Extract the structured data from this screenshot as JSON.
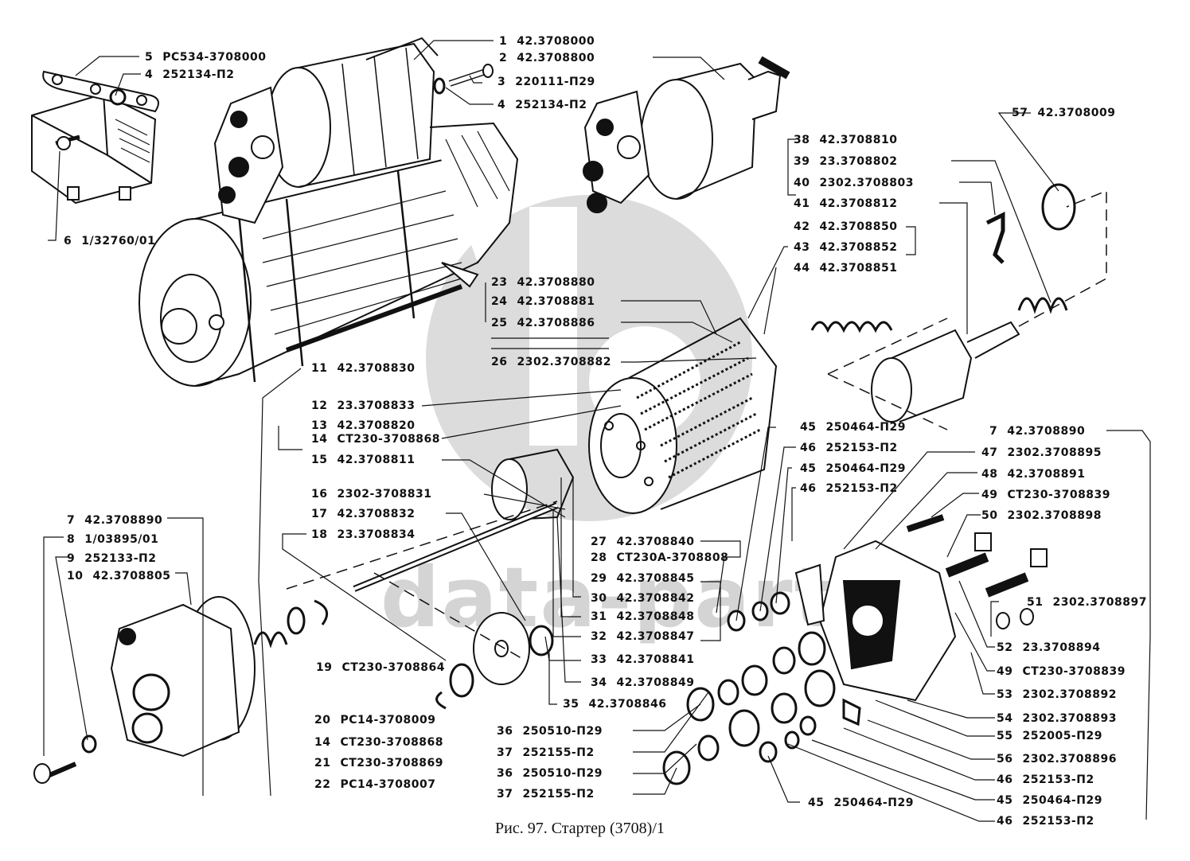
{
  "figure": {
    "caption": "Рис. 97. Стартер (3708)/1",
    "watermark_text": "data-parts",
    "watermark_color": "#d4d4d4",
    "line_color": "#111111"
  },
  "callouts": [
    {
      "num": "1",
      "part": "42.3708000"
    },
    {
      "num": "2",
      "part": "42.3708800"
    },
    {
      "num": "3",
      "part": "220111-П29"
    },
    {
      "num": "4",
      "part": "252134-П2"
    },
    {
      "num": "5",
      "part": "PC534-3708000"
    },
    {
      "num": "4",
      "part": "252134-П2"
    },
    {
      "num": "6",
      "part": "1/32760/01"
    },
    {
      "num": "57",
      "part": "42.3708009"
    },
    {
      "num": "38",
      "part": "42.3708810"
    },
    {
      "num": "39",
      "part": "23.3708802"
    },
    {
      "num": "40",
      "part": "2302.3708803"
    },
    {
      "num": "41",
      "part": "42.3708812"
    },
    {
      "num": "42",
      "part": "42.3708850"
    },
    {
      "num": "43",
      "part": "42.3708852"
    },
    {
      "num": "44",
      "part": "42.3708851"
    },
    {
      "num": "23",
      "part": "42.3708880"
    },
    {
      "num": "24",
      "part": "42.3708881"
    },
    {
      "num": "25",
      "part": "42.3708886"
    },
    {
      "num": "26",
      "part": "2302.3708882"
    },
    {
      "num": "11",
      "part": "42.3708830"
    },
    {
      "num": "12",
      "part": "23.3708833"
    },
    {
      "num": "13",
      "part": "42.3708820"
    },
    {
      "num": "14",
      "part": "CT230-3708868"
    },
    {
      "num": "15",
      "part": "42.3708811"
    },
    {
      "num": "16",
      "part": "2302-3708831"
    },
    {
      "num": "17",
      "part": "42.3708832"
    },
    {
      "num": "18",
      "part": "23.3708834"
    },
    {
      "num": "7",
      "part": "42.3708890"
    },
    {
      "num": "8",
      "part": "1/03895/01"
    },
    {
      "num": "9",
      "part": "252133-П2"
    },
    {
      "num": "10",
      "part": "42.3708805"
    },
    {
      "num": "27",
      "part": "42.3708840"
    },
    {
      "num": "28",
      "part": "CT230A-3708808"
    },
    {
      "num": "29",
      "part": "42.3708845"
    },
    {
      "num": "30",
      "part": "42.3708842"
    },
    {
      "num": "31",
      "part": "42.3708848"
    },
    {
      "num": "32",
      "part": "42.3708847"
    },
    {
      "num": "33",
      "part": "42.3708841"
    },
    {
      "num": "34",
      "part": "42.3708849"
    },
    {
      "num": "35",
      "part": "42.3708846"
    },
    {
      "num": "19",
      "part": "CT230-3708864"
    },
    {
      "num": "20",
      "part": "PC14-3708009"
    },
    {
      "num": "14",
      "part": "CT230-3708868"
    },
    {
      "num": "21",
      "part": "CT230-3708869"
    },
    {
      "num": "22",
      "part": "PC14-3708007"
    },
    {
      "num": "36",
      "part": "250510-П29"
    },
    {
      "num": "37",
      "part": "252155-П2"
    },
    {
      "num": "36",
      "part": "250510-П29"
    },
    {
      "num": "37",
      "part": "252155-П2"
    },
    {
      "num": "45",
      "part": "250464-П29"
    },
    {
      "num": "46",
      "part": "252153-П2"
    },
    {
      "num": "45",
      "part": "250464-П29"
    },
    {
      "num": "46",
      "part": "252153-П2"
    },
    {
      "num": "7",
      "part": "42.3708890"
    },
    {
      "num": "47",
      "part": "2302.3708895"
    },
    {
      "num": "48",
      "part": "42.3708891"
    },
    {
      "num": "49",
      "part": "CT230-3708839"
    },
    {
      "num": "50",
      "part": "2302.3708898"
    },
    {
      "num": "51",
      "part": "2302.3708897"
    },
    {
      "num": "52",
      "part": "23.3708894"
    },
    {
      "num": "49",
      "part": "CT230-3708839"
    },
    {
      "num": "53",
      "part": "2302.3708892"
    },
    {
      "num": "54",
      "part": "2302.3708893"
    },
    {
      "num": "55",
      "part": "252005-П29"
    },
    {
      "num": "56",
      "part": "2302.3708896"
    },
    {
      "num": "46",
      "part": "252153-П2"
    },
    {
      "num": "45",
      "part": "250464-П29"
    },
    {
      "num": "46",
      "part": "252153-П2"
    },
    {
      "num": "45",
      "part": "250464-П29"
    }
  ]
}
